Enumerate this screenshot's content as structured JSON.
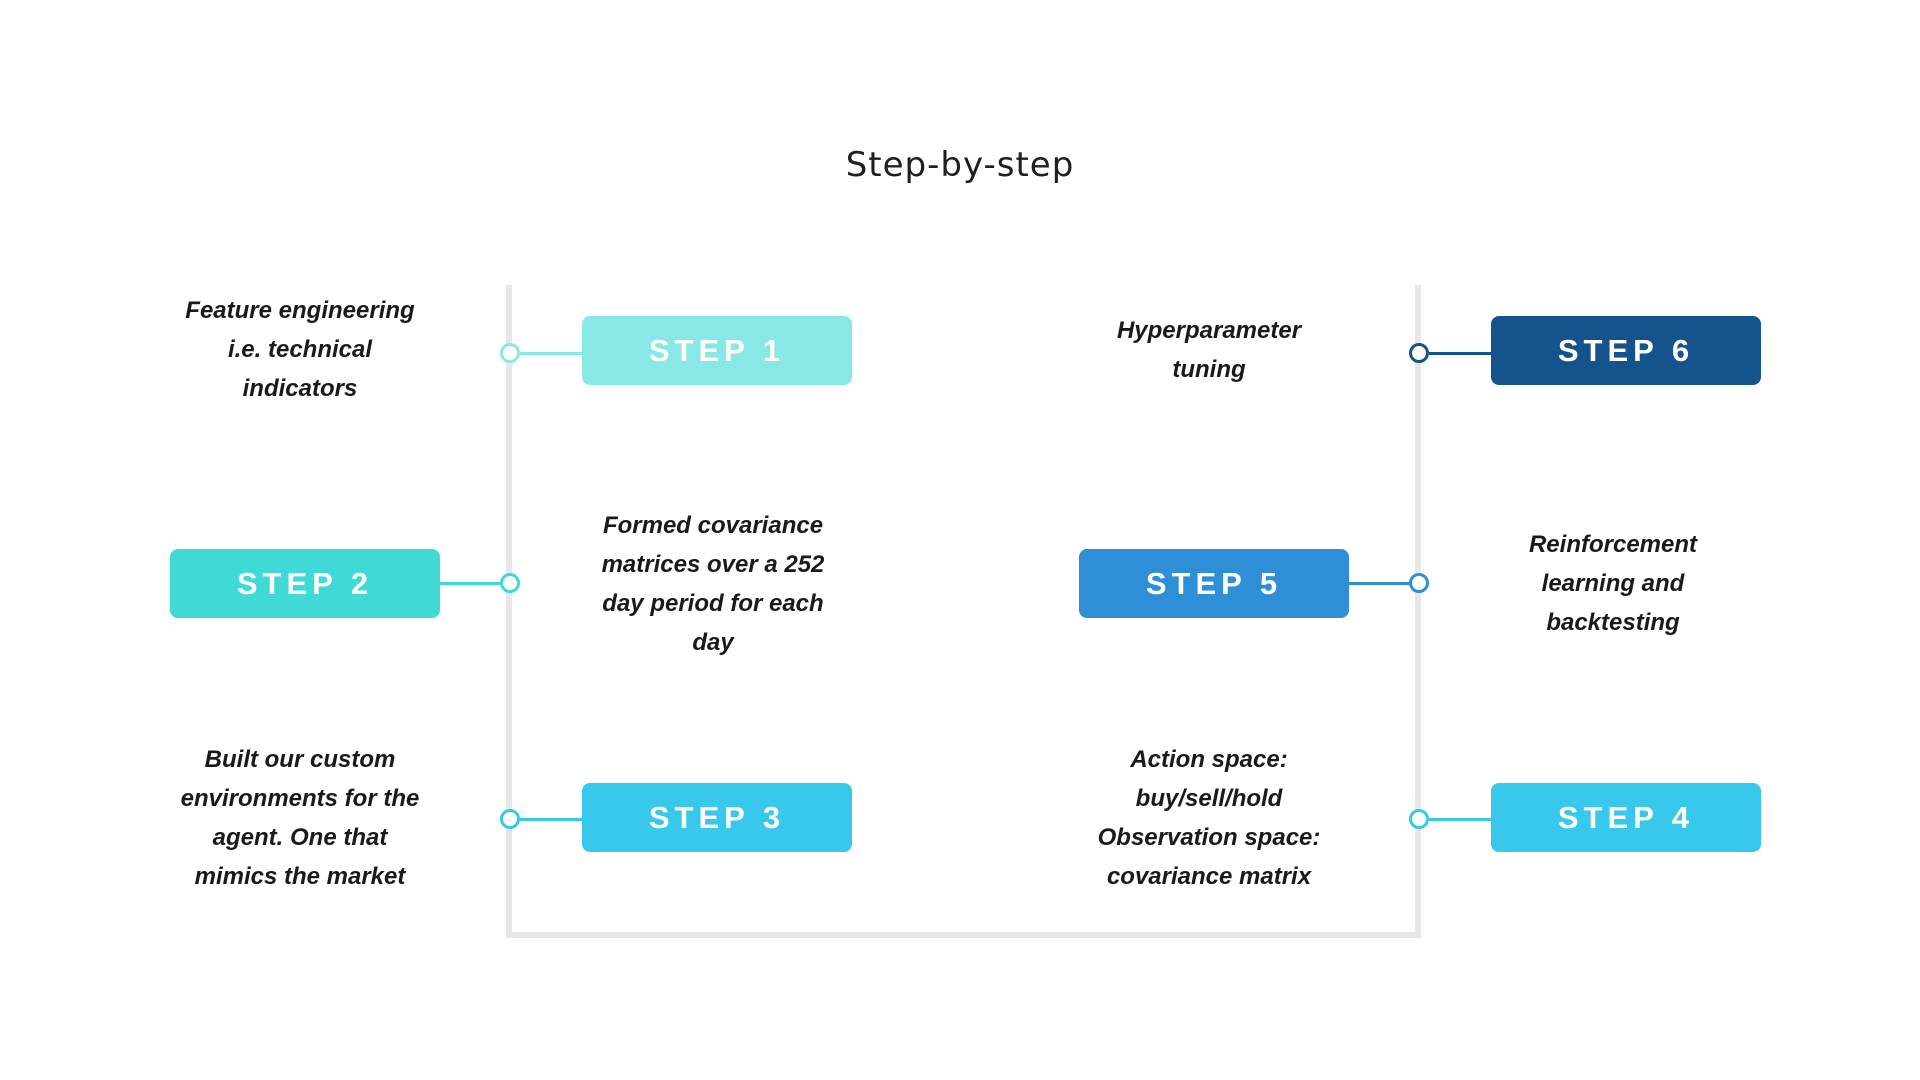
{
  "title": "Step-by-step",
  "steps": [
    {
      "label": "STEP 1",
      "color": "#88e8e6",
      "description": [
        "Feature engineering",
        "i.e. technical",
        "indicators"
      ]
    },
    {
      "label": "STEP 2",
      "color": "#3fd9d6",
      "description": [
        "Formed covariance",
        "matrices over a 252",
        "day period  for each",
        "day"
      ]
    },
    {
      "label": "STEP 3",
      "color": "#38c8ec",
      "description": [
        "Built our custom",
        "environments for the",
        "agent. One that",
        "mimics the market"
      ]
    },
    {
      "label": "STEP 4",
      "color": "#38c8ec",
      "description": [
        "Action space:",
        "buy/sell/hold",
        "Observation space:",
        "covariance matrix"
      ]
    },
    {
      "label": "STEP 5",
      "color": "#2e8fd6",
      "description": [
        "Reinforcement",
        "learning and",
        "backtesting"
      ]
    },
    {
      "label": "STEP 6",
      "color": "#15538c",
      "description": [
        "Hyperparameter",
        "tuning"
      ]
    }
  ],
  "frame_color": "#e7e7e7"
}
